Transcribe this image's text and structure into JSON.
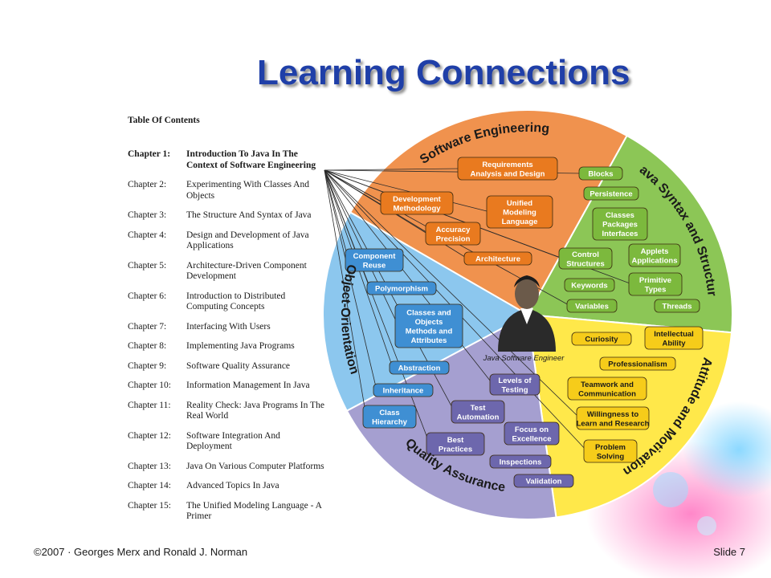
{
  "slide": {
    "title": "Learning Connections",
    "footer_left": "©2007 · Georges Merx and Ronald J. Norman",
    "footer_right": "Slide 7"
  },
  "toc": {
    "heading": "Table Of Contents",
    "chapters": [
      {
        "num": "Chapter 1:",
        "title": "Introduction To Java In The Context of Software Engineering"
      },
      {
        "num": "Chapter 2:",
        "title": "Experimenting With Classes And Objects"
      },
      {
        "num": "Chapter 3:",
        "title": "The Structure And Syntax of Java"
      },
      {
        "num": "Chapter 4:",
        "title": "Design and Development of Java Applications"
      },
      {
        "num": "Chapter 5:",
        "title": "Architecture-Driven Component Development"
      },
      {
        "num": "Chapter 6:",
        "title": "Introduction to Distributed Computing Concepts"
      },
      {
        "num": "Chapter 7:",
        "title": "Interfacing With Users"
      },
      {
        "num": "Chapter 8:",
        "title": "Implementing Java Programs"
      },
      {
        "num": "Chapter 9:",
        "title": "Software Quality Assurance"
      },
      {
        "num": "Chapter 10:",
        "title": "Information Management In Java"
      },
      {
        "num": "Chapter 11:",
        "title": "Reality Check: Java Programs In The Real World"
      },
      {
        "num": "Chapter 12:",
        "title": "Software Integration And Deployment"
      },
      {
        "num": "Chapter 13:",
        "title": "Java On Various Computer Platforms"
      },
      {
        "num": "Chapter 14:",
        "title": " Advanced Topics In Java"
      },
      {
        "num": "Chapter 15:",
        "title": "The Unified Modeling Language - A Primer"
      }
    ]
  },
  "wheel": {
    "center_caption": "Java Software Engineer",
    "colors": {
      "software_engineering": "#f0924e",
      "java_syntax": "#8cc656",
      "attitude": "#ffe84a",
      "quality": "#a59fd0",
      "object_orientation": "#8cc7ee",
      "pill_orange": "#e97a1f",
      "pill_green": "#7cb93d",
      "pill_yellow": "#f6cc1a",
      "pill_purple": "#6d67ad",
      "pill_blue": "#3f8fd3"
    },
    "segments": [
      {
        "key": "software_engineering",
        "label": "Software Engineering",
        "items": [
          "Requirements Analysis and Design",
          "Development Methodology",
          "Unified Modeling Language",
          "Accuracy Precision",
          "Architecture"
        ]
      },
      {
        "key": "java_syntax",
        "label": "Java Syntax and Structure",
        "items": [
          "Blocks",
          "Persistence",
          "Classes Packages Interfaces",
          "Applets Applications",
          "Control Structures",
          "Keywords",
          "Primitive Types",
          "Variables",
          "Threads"
        ]
      },
      {
        "key": "attitude",
        "label": "Attitude and Motivation",
        "items": [
          "Curiosity",
          "Intellectual Ability",
          "Professionalism",
          "Teamwork and Communication",
          "Willingness to Learn and Research",
          "Problem Solving"
        ]
      },
      {
        "key": "quality",
        "label": "Quality Assurance",
        "items": [
          "Levels of Testing",
          "Test Automation",
          "Focus on Excellence",
          "Best Practices",
          "Inspections",
          "Validation"
        ]
      },
      {
        "key": "object_orientation",
        "label": "Object-Orientation",
        "items": [
          "Component Reuse",
          "Polymorphism",
          "Classes and Objects Methods and Attributes",
          "Abstraction",
          "Inheritance",
          "Class Hierarchy"
        ]
      }
    ]
  }
}
